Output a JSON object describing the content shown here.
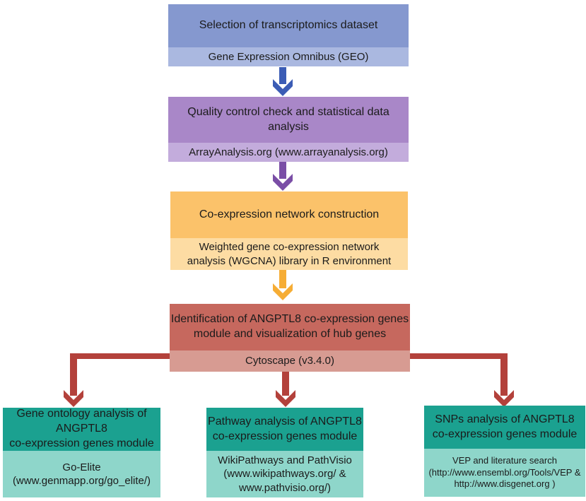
{
  "steps": {
    "dataset": {
      "title": "Selection of transcriptomics dataset",
      "tool": "Gene Expression Omnibus (GEO)",
      "colors": {
        "main": "#8598cf",
        "sub": "#aab8e0",
        "arrow": "#3b5cb5"
      }
    },
    "qc": {
      "title": "Quality control check and statistical data analysis",
      "tool": "ArrayAnalysis.org (www.arrayanalysis.org)",
      "colors": {
        "main": "#a987c8",
        "sub": "#c3acdc",
        "arrow": "#7a4ea6"
      }
    },
    "network": {
      "title": "Co-expression network construction",
      "tool_line1": "Weighted gene co-expression network",
      "tool_line2": "analysis (WGCNA) library in R environment",
      "colors": {
        "main": "#fbc26a",
        "sub": "#fddca3",
        "arrow": "#f6ad35"
      }
    },
    "module": {
      "title_line1": "Identification of ANGPTL8 co-expression genes",
      "title_line2": "module and visualization of hub genes",
      "tool": "Cytoscape (v3.4.0)",
      "colors": {
        "main": "#c6685e",
        "sub": "#d79b92",
        "arrow": "#b3413b"
      }
    }
  },
  "branches": [
    {
      "title_line1": "Gene ontology analysis of ANGPTL8",
      "title_line2": "co-expression genes module",
      "tool_line1": "Go-Elite",
      "tool_line2": "(www.genmapp.org/go_elite/)",
      "tool_line3": ""
    },
    {
      "title_line1": "Pathway analysis of ANGPTL8",
      "title_line2": "co-expression genes module",
      "tool_line1": "WikiPathways and PathVisio",
      "tool_line2": "(www.wikipathways.org/ &",
      "tool_line3": "www.pathvisio.org/)"
    },
    {
      "title_line1": "SNPs analysis of ANGPTL8",
      "title_line2": "co-expression genes module",
      "tool_line1": "VEP and literature search",
      "tool_line2": "(http://www.ensembl.org/Tools/VEP &",
      "tool_line3": "http://www.disgenet.org )"
    }
  ],
  "branch_colors": {
    "main": "#1ba190",
    "sub": "#8ed6ca"
  }
}
